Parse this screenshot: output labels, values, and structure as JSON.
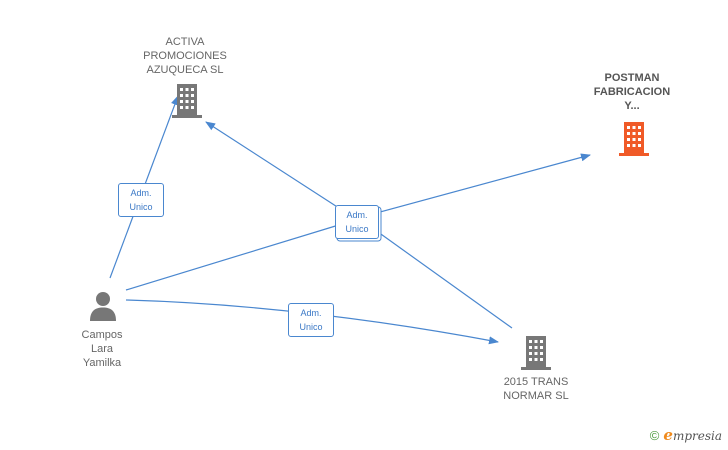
{
  "colors": {
    "edge": "#4a87cf",
    "company": "#777777",
    "company_highlight": "#f05a28",
    "person": "#777777"
  },
  "nodes": {
    "activa": {
      "lines": [
        "ACTIVA",
        "PROMOCIONES",
        "AZUQUECA  SL"
      ],
      "icon": "building-icon"
    },
    "postman": {
      "lines": [
        "POSTMAN",
        "FABRICACION",
        "Y..."
      ],
      "icon": "building-icon",
      "highlight": true
    },
    "trans": {
      "lines": [
        "2015 TRANS",
        "NORMAR  SL"
      ],
      "icon": "building-icon"
    },
    "campos": {
      "lines": [
        "Campos",
        "Lara",
        "Yamilka"
      ],
      "icon": "person-icon"
    }
  },
  "edge_labels": {
    "campos_activa": [
      "Adm.",
      "Unico"
    ],
    "campos_hub": [
      "Adm.",
      "Unico"
    ],
    "campos_trans": [
      "Adm.",
      "Unico"
    ]
  },
  "footer": {
    "copyright": "©",
    "brand_first": "e",
    "brand_rest": "mpresia"
  }
}
